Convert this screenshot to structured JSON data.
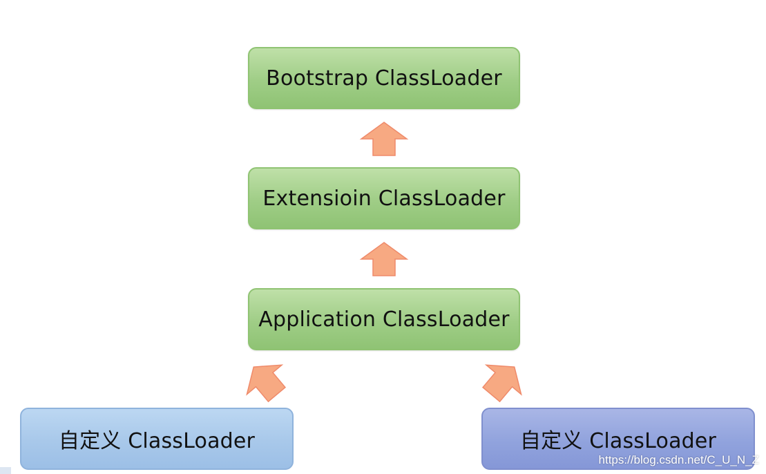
{
  "diagram": {
    "nodes": {
      "bootstrap": {
        "label": "Bootstrap ClassLoader"
      },
      "extension": {
        "label": "Extensioin ClassLoader"
      },
      "application": {
        "label": "Application ClassLoader"
      },
      "custom_left": {
        "label": "自定义 ClassLoader"
      },
      "custom_right": {
        "label": "自定义 ClassLoader"
      }
    },
    "colors": {
      "green_box": "#9fcd86",
      "blue_box": "#a8c8ea",
      "purple_box": "#91a3dd",
      "arrow": "#f7a982"
    }
  },
  "watermark": "https://blog.csdn.net/C_U_N_Z"
}
